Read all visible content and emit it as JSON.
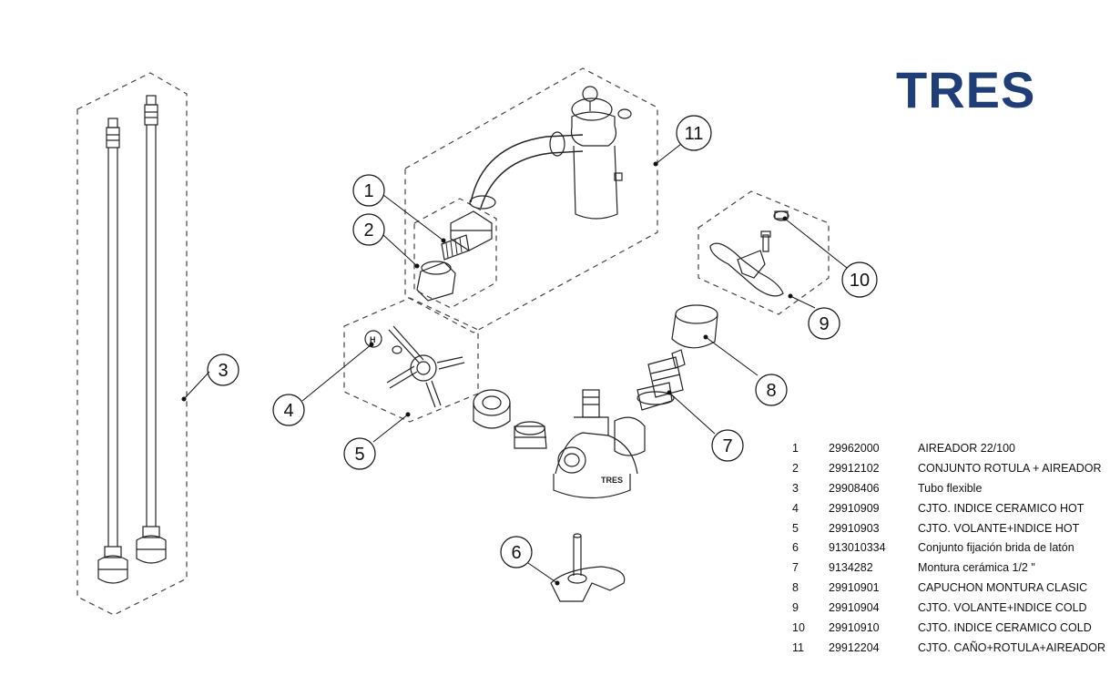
{
  "brand": {
    "logo_text": "TRES",
    "logo_color": "#1f3e78"
  },
  "callouts": [
    "1",
    "2",
    "3",
    "4",
    "5",
    "6",
    "7",
    "8",
    "9",
    "10",
    "11"
  ],
  "component_marks": {
    "hot_index_letter": "H",
    "body_brand": "TRES"
  },
  "parts": [
    {
      "num": "1",
      "code": "29962000",
      "description": "AIREADOR 22/100"
    },
    {
      "num": "2",
      "code": "29912102",
      "description": "CONJUNTO ROTULA + AIREADOR"
    },
    {
      "num": "3",
      "code": "29908406",
      "description": "Tubo flexible"
    },
    {
      "num": "4",
      "code": "29910909",
      "description": "CJTO. INDICE CERAMICO HOT"
    },
    {
      "num": "5",
      "code": "29910903",
      "description": "CJTO. VOLANTE+INDICE HOT"
    },
    {
      "num": "6",
      "code": "913010334",
      "description": "Conjunto fijación brida de latón"
    },
    {
      "num": "7",
      "code": "9134282",
      "description": "Montura cerámica 1/2 \""
    },
    {
      "num": "8",
      "code": "29910901",
      "description": "CAPUCHON MONTURA CLASIC"
    },
    {
      "num": "9",
      "code": "29910904",
      "description": "CJTO. VOLANTE+INDICE COLD"
    },
    {
      "num": "10",
      "code": "29910910",
      "description": "CJTO. INDICE CERAMICO COLD"
    },
    {
      "num": "11",
      "code": "29912204",
      "description": "CJTO. CAÑO+ROTULA+AIREADOR"
    }
  ]
}
